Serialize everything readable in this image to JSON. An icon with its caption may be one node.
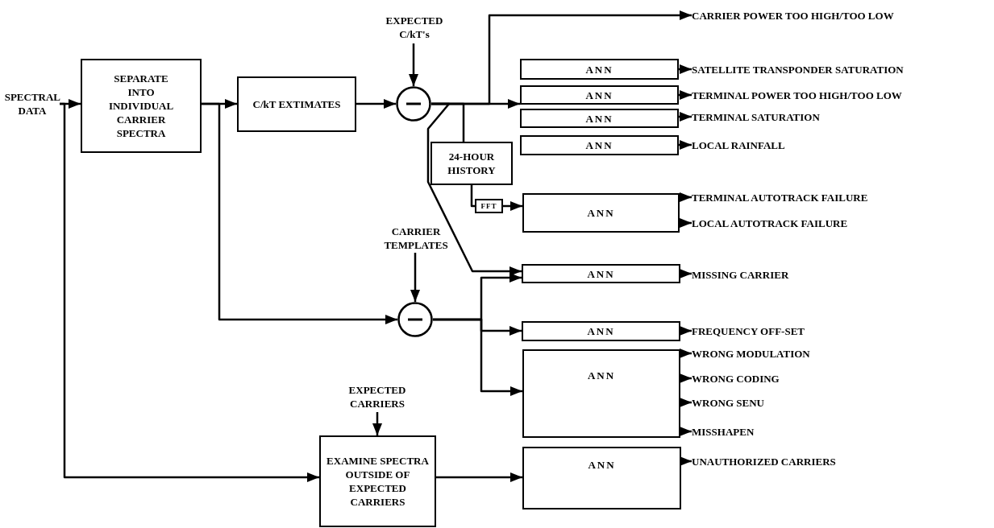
{
  "diagram": {
    "nodes": [
      {
        "text": [
          "SPECTRAL DATA"
        ]
      },
      {
        "text": [
          "SEPARATE INTO INDIVIDUAL CARRIER SPECTRA"
        ]
      },
      {
        "text": [
          "C/kT EXTIMATES"
        ]
      },
      {
        "text": [
          "EXPECTED C/kT's"
        ]
      },
      {
        "text": [],
        "shape": "circle"
      },
      {
        "text": [
          "CARRIER POWER TOO HIGH/TOO LOW"
        ]
      },
      {
        "text": [
          "ANN"
        ]
      },
      {
        "text": [
          "SATELLITE TRANSPONDER SATURATION"
        ]
      },
      {
        "text": [
          "ANN"
        ]
      },
      {
        "text": [
          "TERMINAL POWER TOO HIGH/TOO LOW"
        ]
      },
      {
        "text": [
          "ANN"
        ]
      },
      {
        "text": [
          "TERMINAL SATURATION"
        ]
      },
      {
        "text": [
          "ANN"
        ]
      },
      {
        "text": [
          "LOCAL RAINFALL"
        ]
      },
      {
        "text": [
          "24-HOUR HISTORY"
        ]
      },
      {
        "text": [
          "FFT"
        ]
      },
      {
        "text": [
          "ANN"
        ]
      },
      {
        "text": [
          "TERMINAL AUTOTRACK FAILURE"
        ]
      },
      {
        "text": [
          "LOCAL AUTOTRACK FAILURE"
        ]
      },
      {
        "text": [
          "CARRIER TEMPLATES"
        ]
      },
      {
        "text": [],
        "shape": "circle"
      },
      {
        "text": [
          "ANN"
        ]
      },
      {
        "text": [
          "MISSING CARRIER"
        ]
      },
      {
        "text": [
          "ANN"
        ]
      },
      {
        "text": [
          "FREQUENCY OFF-SET"
        ]
      },
      {
        "text": [
          "ANN"
        ]
      },
      {
        "text": [
          "WRONG MODULATION"
        ]
      },
      {
        "text": [
          "WRONG CODING"
        ]
      },
      {
        "text": [
          "WRONG SENU"
        ]
      },
      {
        "text": [
          "MISSHAPEN"
        ]
      },
      {
        "text": [
          "EXPECTED CARRIERS"
        ]
      },
      {
        "text": [
          "EXAMINE SPECTRA OUTSIDE OF EXPECTED CARRIERS"
        ]
      },
      {
        "text": [
          "ANN"
        ]
      },
      {
        "text": [
          "UNAUTHORIZED CARRIERS"
        ]
      }
    ],
    "edges": [
      {
        "from": 0,
        "to": 1,
        "arrow": "to"
      },
      {
        "from": 0,
        "to": 31,
        "arrow": "to"
      },
      {
        "from": 1,
        "to": 2,
        "arrow": "to"
      },
      {
        "from": 1,
        "to": 20,
        "arrow": "to"
      },
      {
        "from": 2,
        "to": 4,
        "arrow": "to"
      },
      {
        "from": 3,
        "to": 4,
        "arrow": "to"
      },
      {
        "from": 4,
        "to": 5,
        "arrow": "to"
      },
      {
        "from": 4,
        "to": 8,
        "arrow": "to"
      },
      {
        "from": 4,
        "to": 14,
        "arrow": "none"
      },
      {
        "from": 4,
        "to": 21,
        "arrow": "to"
      },
      {
        "from": 14,
        "to": 15,
        "arrow": "none"
      },
      {
        "from": 15,
        "to": 16,
        "arrow": "to"
      },
      {
        "from": 6,
        "to": 7,
        "arrow": "to"
      },
      {
        "from": 8,
        "to": 9,
        "arrow": "to"
      },
      {
        "from": 10,
        "to": 11,
        "arrow": "to"
      },
      {
        "from": 12,
        "to": 13,
        "arrow": "to"
      },
      {
        "from": 16,
        "to": 17,
        "arrow": "to"
      },
      {
        "from": 16,
        "to": 18,
        "arrow": "to"
      },
      {
        "from": 19,
        "to": 20,
        "arrow": "to"
      },
      {
        "from": 20,
        "to": 21,
        "arrow": "to"
      },
      {
        "from": 20,
        "to": 23,
        "arrow": "to"
      },
      {
        "from": 20,
        "to": 25,
        "arrow": "to"
      },
      {
        "from": 21,
        "to": 22,
        "arrow": "to"
      },
      {
        "from": 23,
        "to": 24,
        "arrow": "to"
      },
      {
        "from": 25,
        "to": 26,
        "arrow": "to"
      },
      {
        "from": 25,
        "to": 27,
        "arrow": "to"
      },
      {
        "from": 25,
        "to": 28,
        "arrow": "to"
      },
      {
        "from": 25,
        "to": 29,
        "arrow": "to"
      },
      {
        "from": 30,
        "to": 31,
        "arrow": "to"
      },
      {
        "from": 31,
        "to": 32,
        "arrow": "to"
      },
      {
        "from": 32,
        "to": 33,
        "arrow": "to"
      }
    ]
  }
}
